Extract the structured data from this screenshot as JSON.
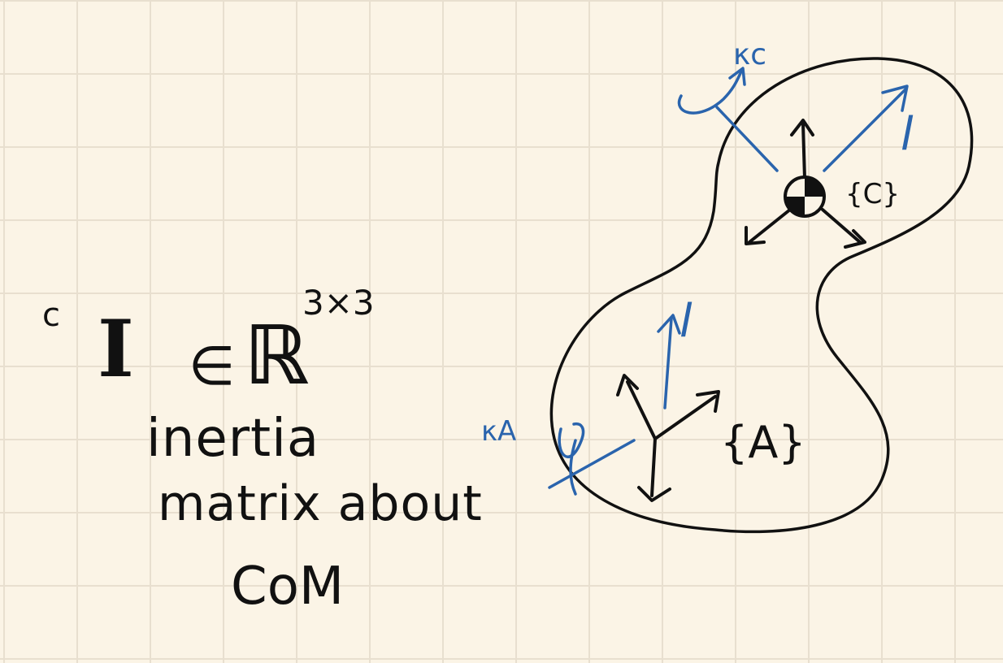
{
  "formula": {
    "superscript_c": "c",
    "symbol": "I",
    "element_of": "∈",
    "set": "ℝ",
    "dimension": "3×3"
  },
  "description": {
    "line1": "inertia",
    "line2": "matrix about",
    "line3": "CoM"
  },
  "labels": {
    "kc": "κc",
    "l_top": "l",
    "frame_c": "{C}",
    "l_bottom": "l",
    "ka": "κA",
    "frame_a": "{A}"
  },
  "colors": {
    "ink_black": "#111111",
    "ink_blue": "#2a64ad",
    "paper": "#fbf4e6",
    "grid": "#e8dfcf"
  },
  "icons": {
    "center_of_mass": "com-symbol-icon"
  }
}
